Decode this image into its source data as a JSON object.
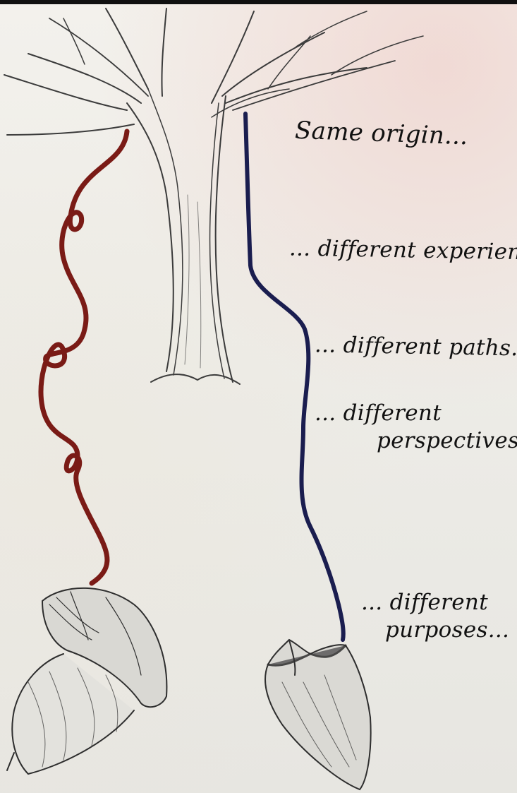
{
  "notes": {
    "same_origin": "Same origin...",
    "experiences": "... different experiences...",
    "paths": "... different paths...",
    "perspectives_line1": "... different",
    "perspectives_line2": "perspectives...",
    "purposes_line1": "... different",
    "purposes_line2": "purposes..."
  },
  "colors": {
    "paper": "#efeee9",
    "red_path": "#7a1b16",
    "blue_path": "#1a1d4f",
    "pencil": "#3b3b3b"
  }
}
